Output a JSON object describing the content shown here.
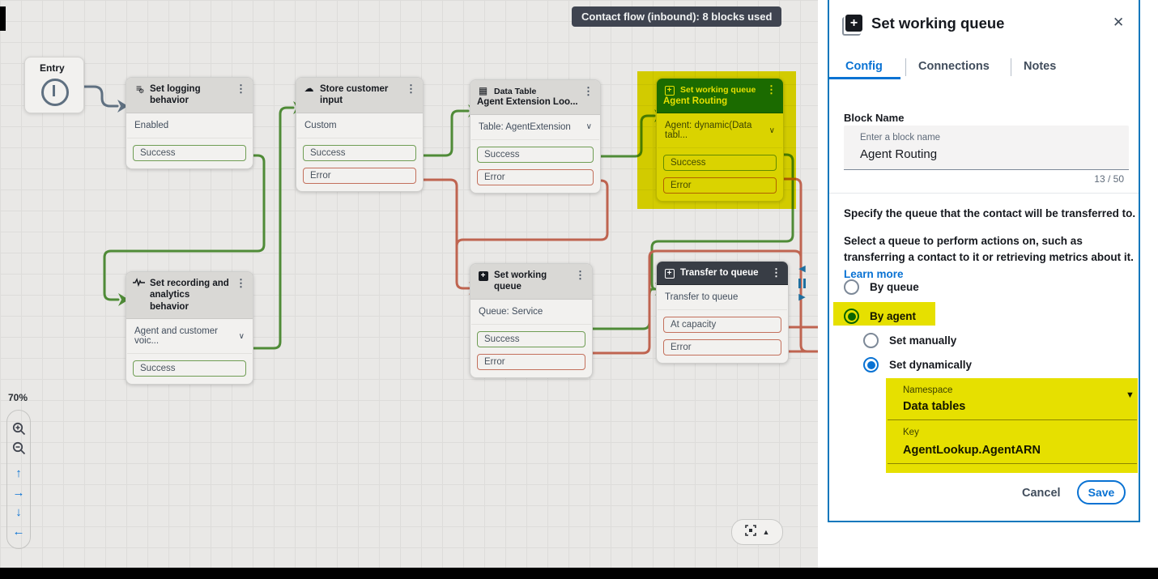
{
  "badge": {
    "label": "Contact flow (inbound): 8 blocks used"
  },
  "canvas": {
    "zoom_level": "70%",
    "entry": {
      "label": "Entry"
    },
    "blocks": [
      {
        "title": "Set logging behavior",
        "body": "Enabled",
        "outputs": [
          "Success"
        ]
      },
      {
        "title": "Store customer input",
        "body": "Custom",
        "outputs": [
          "Success",
          "Error"
        ]
      },
      {
        "type_label": "Data Table",
        "title": "Agent Extension Loo...",
        "body": "Table: AgentExtension",
        "outputs": [
          "Success",
          "Error"
        ]
      },
      {
        "type_label": "Set working queue",
        "title": "Agent Routing",
        "body": "Agent: dynamic(Data tabl...",
        "outputs": [
          "Success",
          "Error"
        ],
        "selected": true
      },
      {
        "title": "Set recording and analytics behavior",
        "body": "Agent and customer voic...",
        "outputs": [
          "Success"
        ]
      },
      {
        "title": "Set working queue",
        "body": "Queue: Service",
        "outputs": [
          "Success",
          "Error"
        ]
      },
      {
        "title": "Transfer to queue",
        "body": "Transfer to queue",
        "outputs": [
          "At capacity",
          "Error"
        ]
      }
    ]
  },
  "panel": {
    "title": "Set working queue",
    "tabs": [
      {
        "label": "Config",
        "active": true
      },
      {
        "label": "Connections",
        "active": false
      },
      {
        "label": "Notes",
        "active": false
      }
    ],
    "block_name": {
      "label": "Block Name",
      "placeholder": "Enter a block name",
      "value": "Agent Routing",
      "counter": "13 / 50"
    },
    "description_primary": "Specify the queue that the contact will be transferred to.",
    "description_secondary": "Select a queue to perform actions on, such as transferring a contact to it or retrieving metrics about it.",
    "learn_more_label": "Learn more",
    "options": {
      "by_queue": "By queue",
      "by_agent": "By agent",
      "set_manually": "Set manually",
      "set_dynamically": "Set dynamically"
    },
    "namespace": {
      "label": "Namespace",
      "value": "Data tables"
    },
    "key": {
      "label": "Key",
      "value": "AgentLookup.AgentARN"
    },
    "footer": {
      "cancel_label": "Cancel",
      "save_label": "Save"
    }
  },
  "icons": {
    "menu": "⋮",
    "close": "✕",
    "chevron_down": "∨",
    "dropdown_arrow": "▼",
    "collapse_left": "◀",
    "collapse_right": "▶",
    "expand_up": "▲",
    "arrow_up": "↑",
    "arrow_right": "→",
    "arrow_down": "↓",
    "arrow_left": "←",
    "data_table": "▦",
    "cloud": "☁",
    "logging_lines": "≡",
    "logging_gear": "⚙",
    "square_plus": "+"
  },
  "colors": {
    "accent_blue": "#0972d3",
    "highlight_yellow": "#e6e000",
    "wire_green": "#4f8b37",
    "wire_red": "#bf6450",
    "wire_slate": "#5f7081",
    "selected_header_green": "#1e7a46",
    "dark_header": "#383d45",
    "panel_border_blue": "#0b77bc",
    "badge_dark": "#3f4450"
  }
}
